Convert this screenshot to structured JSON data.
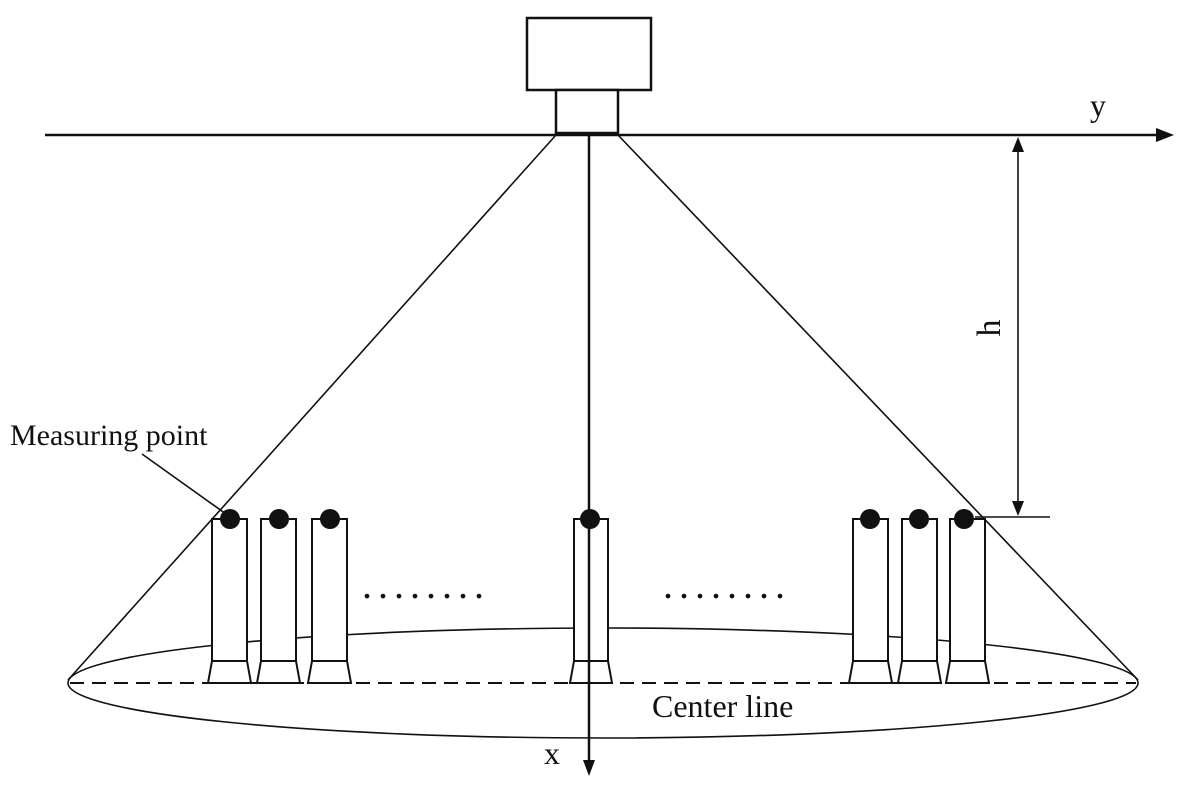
{
  "labels": {
    "y_axis": "y",
    "x_axis": "x",
    "height": "h",
    "measuring_point": "Measuring point",
    "center_line": "Center line",
    "ellipsis": "........"
  },
  "colors": {
    "stroke": "#111111",
    "background": "#ffffff"
  },
  "measuring_points": {
    "left_count": 3,
    "center_count": 1,
    "right_count": 3
  }
}
